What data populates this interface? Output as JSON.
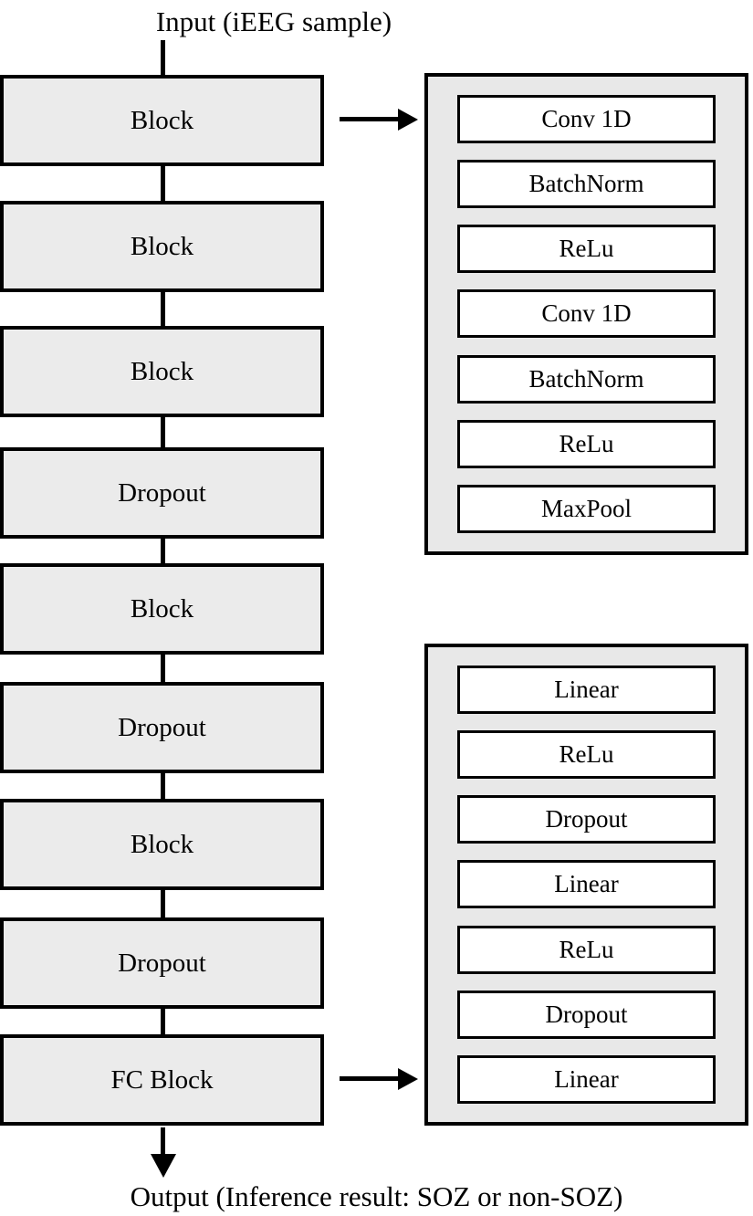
{
  "input_label": "Input (iEEG sample)",
  "output_label": "Output (Inference result: SOZ or non-SOZ)",
  "stack": {
    "nodes": [
      {
        "label": "Block"
      },
      {
        "label": "Block"
      },
      {
        "label": "Block"
      },
      {
        "label": "Dropout"
      },
      {
        "label": "Block"
      },
      {
        "label": "Dropout"
      },
      {
        "label": "Block"
      },
      {
        "label": "Dropout"
      },
      {
        "label": "FC Block"
      }
    ]
  },
  "conv_detail": {
    "layers": [
      {
        "label": "Conv 1D"
      },
      {
        "label": "BatchNorm"
      },
      {
        "label": "ReLu"
      },
      {
        "label": "Conv 1D"
      },
      {
        "label": "BatchNorm"
      },
      {
        "label": "ReLu"
      },
      {
        "label": "MaxPool"
      }
    ]
  },
  "fc_detail": {
    "layers": [
      {
        "label": "Linear"
      },
      {
        "label": "ReLu"
      },
      {
        "label": "Dropout"
      },
      {
        "label": "Linear"
      },
      {
        "label": "ReLu"
      },
      {
        "label": "Dropout"
      },
      {
        "label": "Linear"
      }
    ]
  },
  "colors": {
    "node_fill": "#ebebeb",
    "panel_fill": "#e8e8e8",
    "layer_fill": "#ffffff",
    "line": "#000000"
  }
}
